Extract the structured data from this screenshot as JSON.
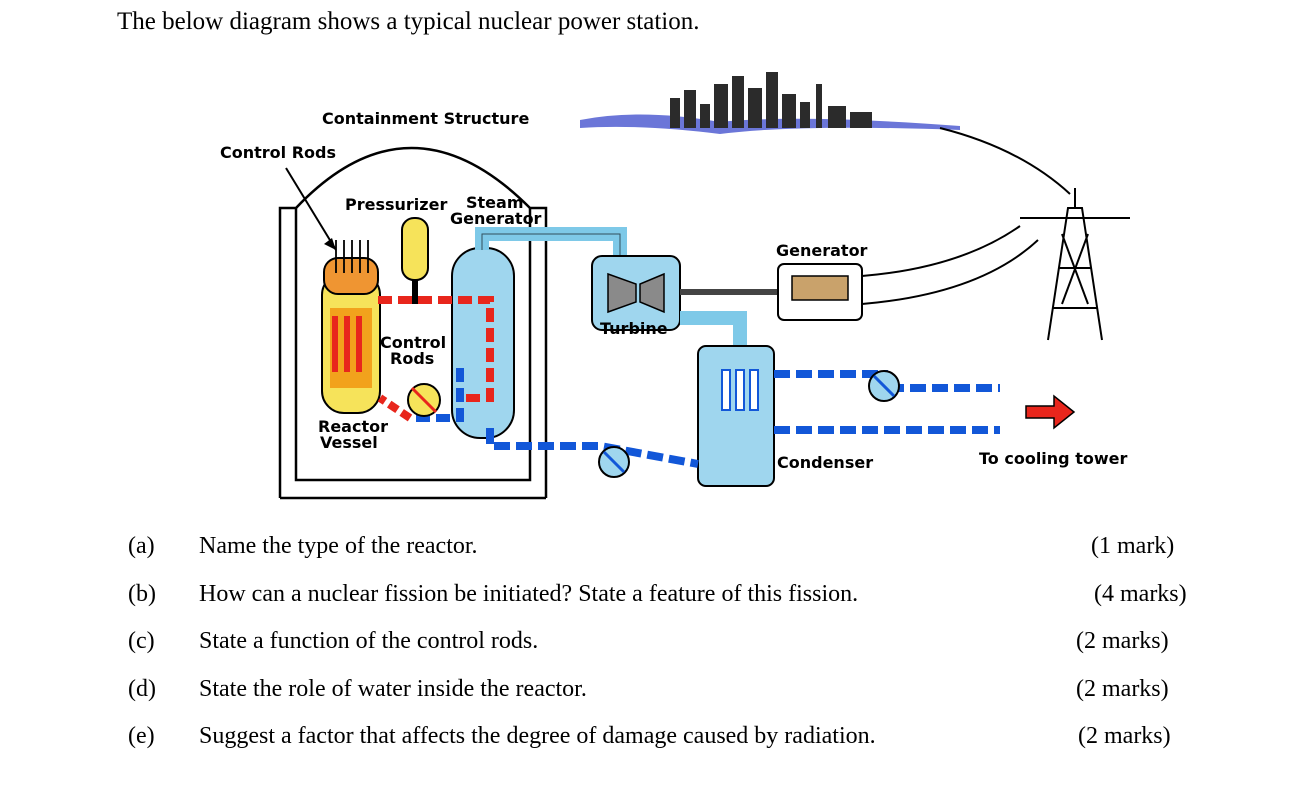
{
  "intro": "The below diagram shows a typical nuclear power station.",
  "diagram": {
    "labels": {
      "containment": "Containment Structure",
      "control_rods_top": "Control Rods",
      "pressurizer": "Pressurizer",
      "steam": "Steam",
      "generator_word": "Generator",
      "generator": "Generator",
      "turbine": "Turbine",
      "control_inner": "Control",
      "rods_inner": "Rods",
      "reactor": "Reactor",
      "vessel": "Vessel",
      "condenser": "Condenser",
      "cooling": "To cooling tower"
    },
    "colors": {
      "hot_water": "#e8261c",
      "cold_water": "#1257d8",
      "steam": "#9fd6ee",
      "pipe_light": "#7ec9e8",
      "core": "#f6e35a",
      "arrow": "#e8261c"
    }
  },
  "questions": [
    {
      "label": "(a)",
      "text": "Name the type of the reactor.",
      "marks": "(1 mark)"
    },
    {
      "label": "(b)",
      "text": "How can a nuclear fission be initiated? State a feature of this fission.",
      "marks": "(4 marks)"
    },
    {
      "label": "(c)",
      "text": "State a function of the control rods.",
      "marks": "(2 marks)"
    },
    {
      "label": "(d)",
      "text": "State the role of water inside the reactor.",
      "marks": "(2 marks)"
    },
    {
      "label": "(e)",
      "text": "Suggest a factor that affects the degree of damage caused by radiation.",
      "marks": "(2 marks)"
    }
  ]
}
